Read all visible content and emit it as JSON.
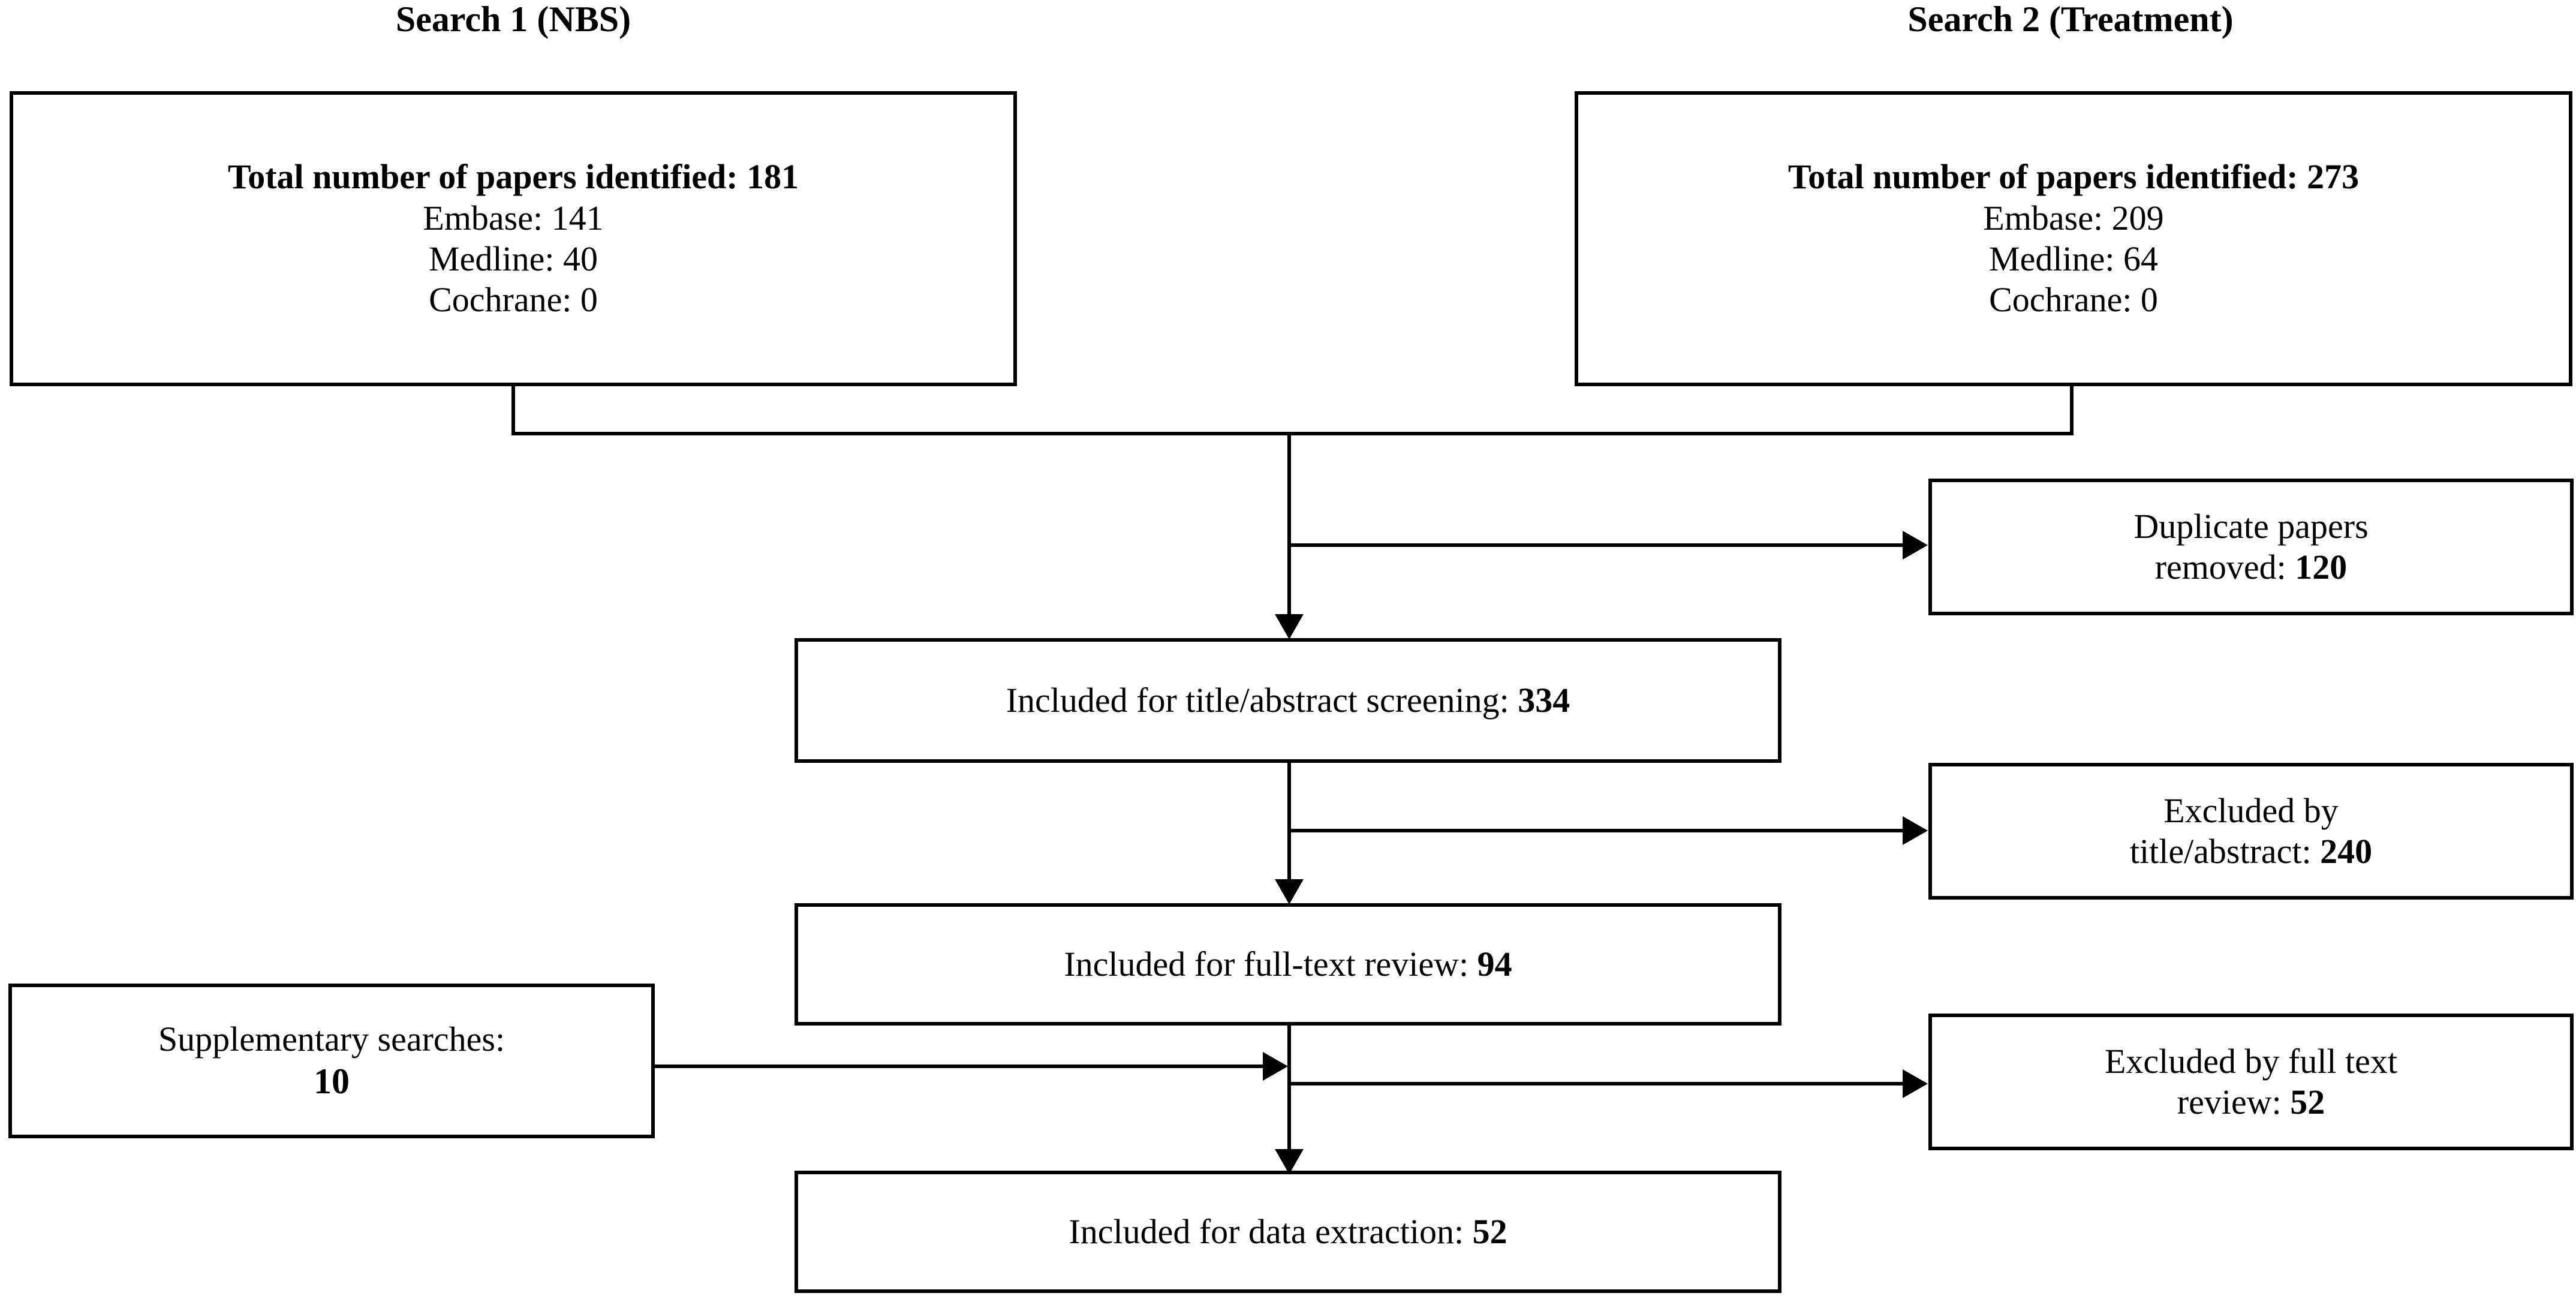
{
  "diagram": {
    "type": "prisma-flow-diagram",
    "headings": [
      {
        "id": "search1",
        "text": "Search 1 (NBS)"
      },
      {
        "id": "search2",
        "text": "Search 2 (Treatment)"
      }
    ],
    "boxes": {
      "search1_results": {
        "title": "Total number of papers identified: 181",
        "total": 181,
        "lines": [
          "Embase: 141",
          "Medline: 40",
          "Cochrane: 0"
        ],
        "embase": 141,
        "medline": 40,
        "cochrane": 0
      },
      "search2_results": {
        "title": "Total number of papers identified: 273",
        "total": 273,
        "lines": [
          "Embase: 209",
          "Medline: 64",
          "Cochrane: 0"
        ],
        "embase": 209,
        "medline": 64,
        "cochrane": 0
      },
      "duplicates_removed": {
        "line1": "Duplicate papers",
        "line2_label": "removed: ",
        "value": "120"
      },
      "title_abstract_screening": {
        "label": "Included for title/abstract screening: ",
        "value": "334"
      },
      "excluded_title_abstract": {
        "line1": "Excluded by",
        "line2_label": "title/abstract: ",
        "value": "240"
      },
      "full_text_review": {
        "label": "Included for full-text review: ",
        "value": "94"
      },
      "supplementary_searches": {
        "line1": "Supplementary searches:",
        "value": "10"
      },
      "excluded_full_text": {
        "line1": "Excluded by full text",
        "line2_label": "review: ",
        "value": "52"
      },
      "data_extraction": {
        "label": "Included for data extraction: ",
        "value": "52"
      }
    },
    "colors": {
      "stroke": "#000000",
      "background": "#ffffff",
      "text": "#000000"
    }
  }
}
